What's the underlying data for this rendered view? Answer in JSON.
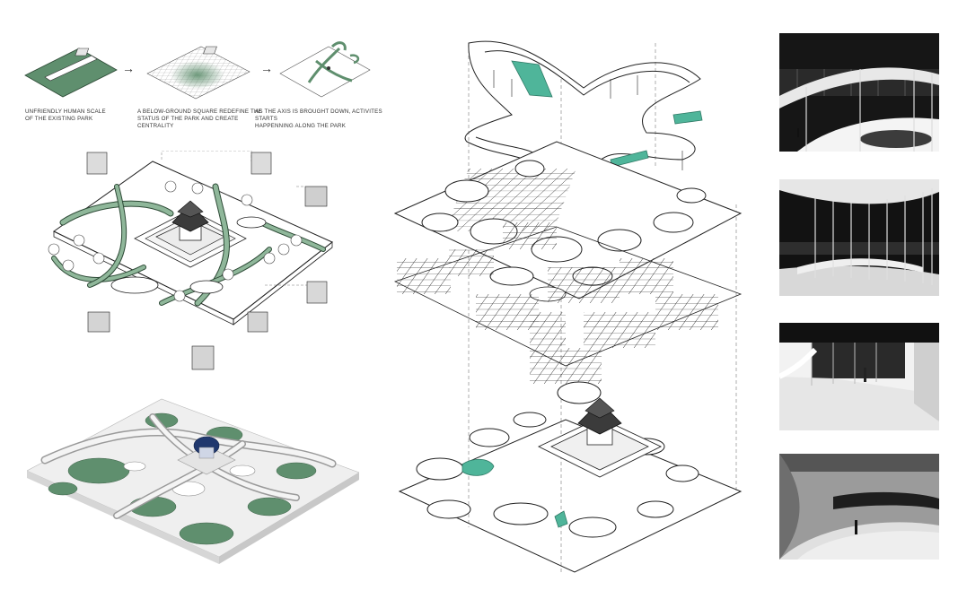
{
  "concept": {
    "steps": [
      {
        "caption_line1": "UNFRIENDLY HUMAN SCALE",
        "caption_line2": "OF THE EXISTING PARK"
      },
      {
        "caption_line1": "A BELOW-GROUND SQUARE REDEFINE THE",
        "caption_line2": "STATUS OF THE PARK AND CREATE CENTRALITY"
      },
      {
        "caption_line1": "AS THE AXIS IS BROUGHT DOWN, ACTIVITES STARTS",
        "caption_line2": "HAPPENNING ALONG THE PARK"
      }
    ],
    "arrow_glyph": "→"
  },
  "colors": {
    "green": "#5f8f6e",
    "green_light": "#8fb79a",
    "teal": "#4fb59a",
    "line": "#222222",
    "dark_photo": "#1a1a1a"
  },
  "icons": [
    "tree-icon",
    "pavilion-icon",
    "person-icon"
  ]
}
